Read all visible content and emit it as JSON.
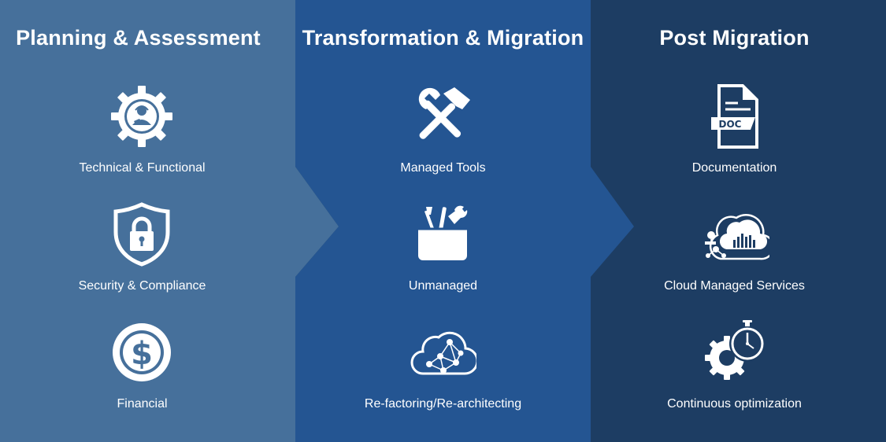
{
  "colors": {
    "panel_1": "#46709b",
    "panel_2": "#245592",
    "panel_3": "#1d3d63",
    "text": "#ffffff"
  },
  "columns": [
    {
      "title": "Planning & Assessment",
      "items": [
        {
          "label": "Technical & Functional",
          "icon": "gear-support-agent-icon"
        },
        {
          "label": "Security & Compliance",
          "icon": "shield-lock-icon"
        },
        {
          "label": "Financial",
          "icon": "dollar-coin-icon"
        }
      ]
    },
    {
      "title": "Transformation & Migration",
      "items": [
        {
          "label": "Managed Tools",
          "icon": "wrench-hammer-icon"
        },
        {
          "label": "Unmanaged",
          "icon": "toolbox-icon"
        },
        {
          "label": "Re-factoring/Re-architecting",
          "icon": "cloud-network-icon"
        }
      ]
    },
    {
      "title": "Post Migration",
      "items": [
        {
          "label": "Documentation",
          "icon": "doc-file-icon"
        },
        {
          "label": "Cloud Managed Services",
          "icon": "cloud-data-icon"
        },
        {
          "label": "Continuous optimization",
          "icon": "gear-stopwatch-icon"
        }
      ]
    }
  ]
}
